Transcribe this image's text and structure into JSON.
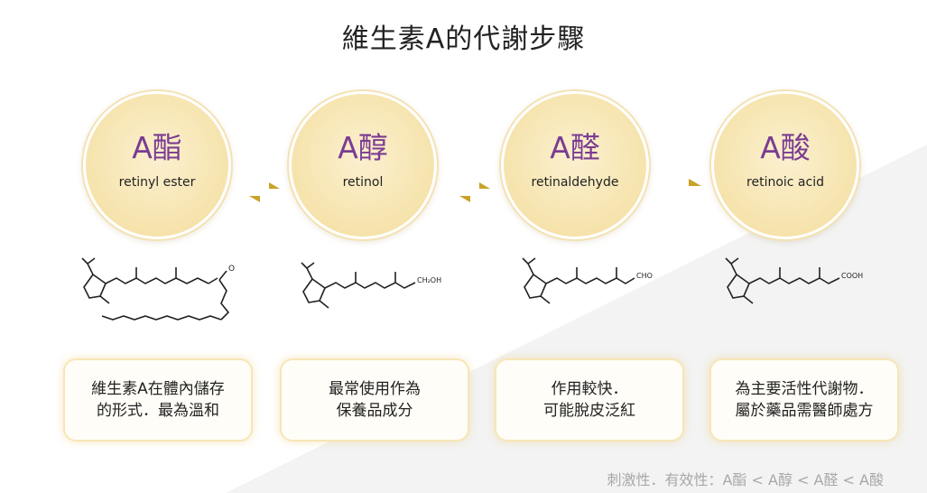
{
  "title": "維生素A的代謝步驟",
  "compounds": [
    {
      "name": "A酯",
      "sub": "retinyl ester",
      "card": [
        "維生素A在體內儲存",
        "的形式．最為溫和"
      ]
    },
    {
      "name": "A醇",
      "sub": "retinol",
      "card": [
        "最常使用作為",
        "保養品成分"
      ]
    },
    {
      "name": "A醛",
      "sub": "retinaldehyde",
      "card": [
        "作用較快．",
        "可能脫皮泛紅"
      ]
    },
    {
      "name": "A酸",
      "sub": "retinoic acid",
      "card": [
        "為主要活性代謝物．",
        "屬於藥品需醫師處方"
      ]
    }
  ],
  "arrows": [
    "reversible",
    "reversible",
    "forward"
  ],
  "molecule_labels": {
    "retinol": "CH₂OH",
    "retinal": "CHO",
    "acid": "COOH",
    "ester_o": "O"
  },
  "footer": "刺激性．有效性：A酯 < A醇 < A醛 < A酸",
  "colors": {
    "circle": "#f6e3ac",
    "name": "#7b3c92",
    "arrow": "#c9a227",
    "card_border": "#f6e6b8"
  },
  "icons": [
    "equilibrium-arrow",
    "forward-arrow"
  ]
}
